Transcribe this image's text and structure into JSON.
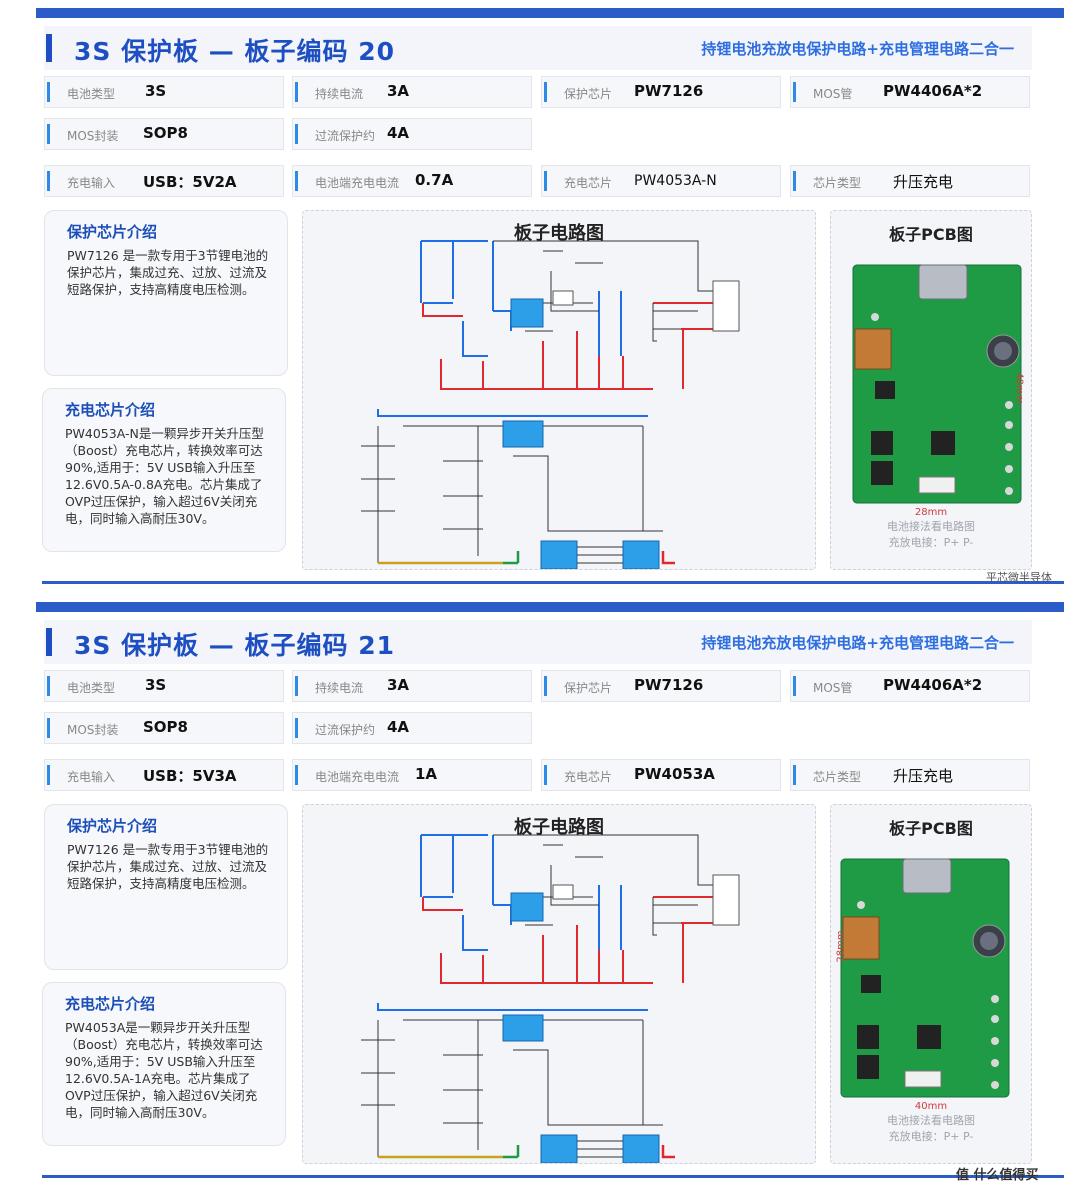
{
  "panels": [
    {
      "title": "3S 保护板 — 板子编码 20",
      "subtitle": "持锂电池充放电保护电路+充电管理电路二合一",
      "specs": [
        {
          "label": "电池类型",
          "value": "3S"
        },
        {
          "label": "持续电流",
          "value": "3A"
        },
        {
          "label": "保护芯片",
          "value": "PW7126"
        },
        {
          "label": "MOS管",
          "value": "PW4406A*2"
        },
        {
          "label": "MOS封装",
          "value": "SOP8"
        },
        {
          "label": "过流保护约",
          "value": "4A"
        },
        {
          "label": "充电输入",
          "value": "USB：5V2A"
        },
        {
          "label": "电池端充电电流",
          "value": "0.7A"
        },
        {
          "label": "充电芯片",
          "value": "PW4053A-N"
        },
        {
          "label": "芯片类型",
          "value": "升压充电"
        }
      ],
      "protect_card": {
        "title": "保护芯片介绍",
        "text": "PW7126 是一款专用于3节锂电池的保护芯片，集成过充、过放、过流及短路保护，支持高精度电压检测。"
      },
      "charge_card": {
        "title": "充电芯片介绍",
        "text": "PW4053A-N是一颗异步开关升压型（Boost）充电芯片，转换效率可达90%,适用于：5V USB输入升压至12.6V0.5A-0.8A充电。芯片集成了OVP过压保护，输入超过6V关闭充电，同时输入高耐压30V。"
      },
      "diagram_title": "板子电路图",
      "pcb_title": "板子PCB图",
      "pcb_note_line1": "电池接法看电路图",
      "pcb_note_line2": "充放电接：P+ P-",
      "pcb_label_w": "28mm",
      "pcb_label_h": "40mm",
      "footer": "平芯微半导体"
    },
    {
      "title": "3S 保护板 — 板子编码 21",
      "subtitle": "持锂电池充放电保护电路+充电管理电路二合一",
      "specs": [
        {
          "label": "电池类型",
          "value": "3S"
        },
        {
          "label": "持续电流",
          "value": "3A"
        },
        {
          "label": "保护芯片",
          "value": "PW7126"
        },
        {
          "label": "MOS管",
          "value": "PW4406A*2"
        },
        {
          "label": "MOS封装",
          "value": "SOP8"
        },
        {
          "label": "过流保护约",
          "value": "4A"
        },
        {
          "label": "充电输入",
          "value": "USB：5V3A"
        },
        {
          "label": "电池端充电电流",
          "value": "1A"
        },
        {
          "label": "充电芯片",
          "value": "PW4053A"
        },
        {
          "label": "芯片类型",
          "value": "升压充电"
        }
      ],
      "protect_card": {
        "title": "保护芯片介绍",
        "text": "PW7126 是一款专用于3节锂电池的保护芯片，集成过充、过放、过流及短路保护，支持高精度电压检测。"
      },
      "charge_card": {
        "title": "充电芯片介绍",
        "text": "PW4053A是一颗异步开关升压型（Boost）充电芯片，转换效率可达90%,适用于：5V USB输入升压至12.6V0.5A-1A充电。芯片集成了OVP过压保护，输入超过6V关闭充电，同时输入高耐压30V。"
      },
      "diagram_title": "板子电路图",
      "pcb_title": "板子PCB图",
      "pcb_note_line1": "电池接法看电路图",
      "pcb_note_line2": "充放电接：P+ P-",
      "pcb_label_w": "40mm",
      "pcb_label_h": "28mm",
      "footer": "值 什么值得买"
    }
  ],
  "colors": {
    "accent": "#1e4fc2",
    "subtitle": "#2e6fe0",
    "wire_blue": "#1e6ee8",
    "wire_red": "#e0282e",
    "pcb_green": "#1f9a45"
  }
}
